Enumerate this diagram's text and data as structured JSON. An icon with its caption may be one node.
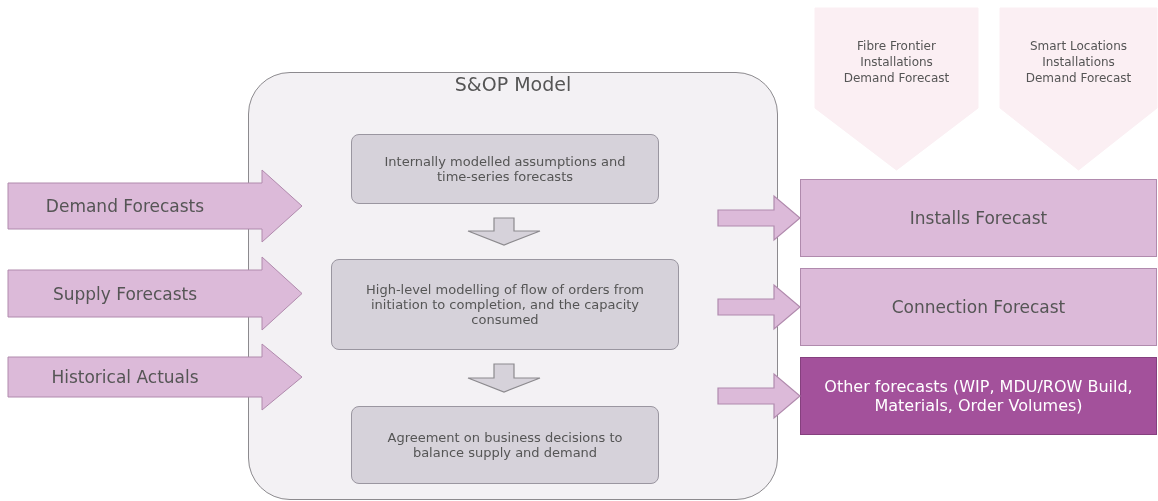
{
  "diagram": {
    "nodes": [
      {
        "text": [
          "S&OP Model"
        ]
      },
      {
        "text": [
          "Internally modelled assumptions and time-series forecasts"
        ],
        "in": 0
      },
      {
        "text": [
          "High-level modelling of flow of orders from initiation to completion, and the capacity consumed"
        ],
        "in": 0
      },
      {
        "text": [
          "Agreement on business decisions to balance supply and demand"
        ],
        "in": 0
      },
      {
        "text": [
          "Demand Forecasts"
        ]
      },
      {
        "text": [
          "Supply Forecasts"
        ]
      },
      {
        "text": [
          "Historical Actuals"
        ]
      },
      {
        "text": [
          "Fibre Frontier Installations Demand Forecast"
        ]
      },
      {
        "text": [
          "Smart Locations Installations Demand Forecast"
        ]
      },
      {
        "text": [
          "Installs Forecast"
        ]
      },
      {
        "text": [
          "Connection Forecast"
        ]
      },
      {
        "text": [
          "Other forecasts (WIP, MDU/ROW Build, Materials, Order Volumes)"
        ]
      }
    ],
    "edges": [
      {
        "from": 1,
        "to": 2,
        "arrow": "to"
      },
      {
        "from": 2,
        "to": 3,
        "arrow": "to"
      },
      {
        "from": 0,
        "to": 9,
        "arrow": "to"
      },
      {
        "from": 0,
        "to": 10,
        "arrow": "to"
      },
      {
        "from": 0,
        "to": 11,
        "arrow": "to"
      }
    ]
  }
}
